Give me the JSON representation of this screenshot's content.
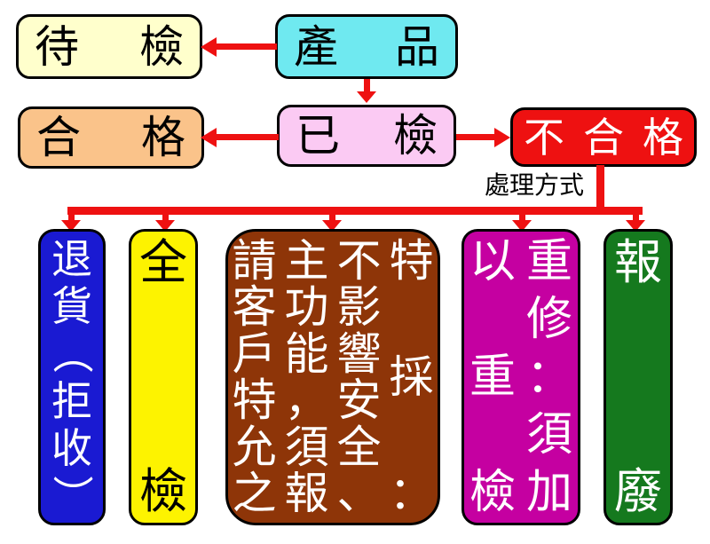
{
  "diagram": {
    "title": "product inspection disposition flowchart",
    "arrow_color": "#ee1111",
    "border_color": "#000000",
    "background": "#ffffff",
    "nodes": {
      "product": {
        "text": "產品",
        "chars": [
          "產",
          "品"
        ],
        "bg": "#6fe9f0",
        "fg": "#000000"
      },
      "awaiting": {
        "text": "待檢",
        "chars": [
          "待",
          "檢"
        ],
        "bg": "#ffffcc",
        "fg": "#000000"
      },
      "pass": {
        "text": "合格",
        "chars": [
          "合",
          "格"
        ],
        "bg": "#fac38a",
        "fg": "#000000"
      },
      "inspected": {
        "text": "已檢",
        "chars": [
          "已",
          "檢"
        ],
        "bg": "#fbcaf3",
        "fg": "#000000"
      },
      "fail": {
        "text": "不合格",
        "chars": [
          "不",
          "合",
          "格"
        ],
        "bg": "#ee1111",
        "fg": "#ffffff"
      }
    },
    "handling_label": "處理方式",
    "outcomes": [
      {
        "id": "return",
        "text": "退貨（拒收）",
        "columns": [
          "退貨（拒收）"
        ],
        "bg": "#1a1ad2",
        "fg": "#ffffff"
      },
      {
        "id": "full-inspection",
        "text": "全檢",
        "columns": [
          "全檢"
        ],
        "bg": "#fdf300",
        "fg": "#000000"
      },
      {
        "id": "special-acceptance",
        "text": "特採：不影響安全、主功能，須報請客戶特允之",
        "columns": [
          "特採：",
          "不影響安全、",
          "主功能，須報",
          "請客戶特允之"
        ],
        "bg": "#8e3508",
        "fg": "#ffffff"
      },
      {
        "id": "rework",
        "text": "重修：須加以重檢",
        "columns": [
          "重修：須加",
          "以重檢"
        ],
        "bg": "#c500a1",
        "fg": "#ffffff"
      },
      {
        "id": "scrap",
        "text": "報廢",
        "columns": [
          "報廢"
        ],
        "bg": "#15791e",
        "fg": "#ffffff"
      }
    ]
  }
}
